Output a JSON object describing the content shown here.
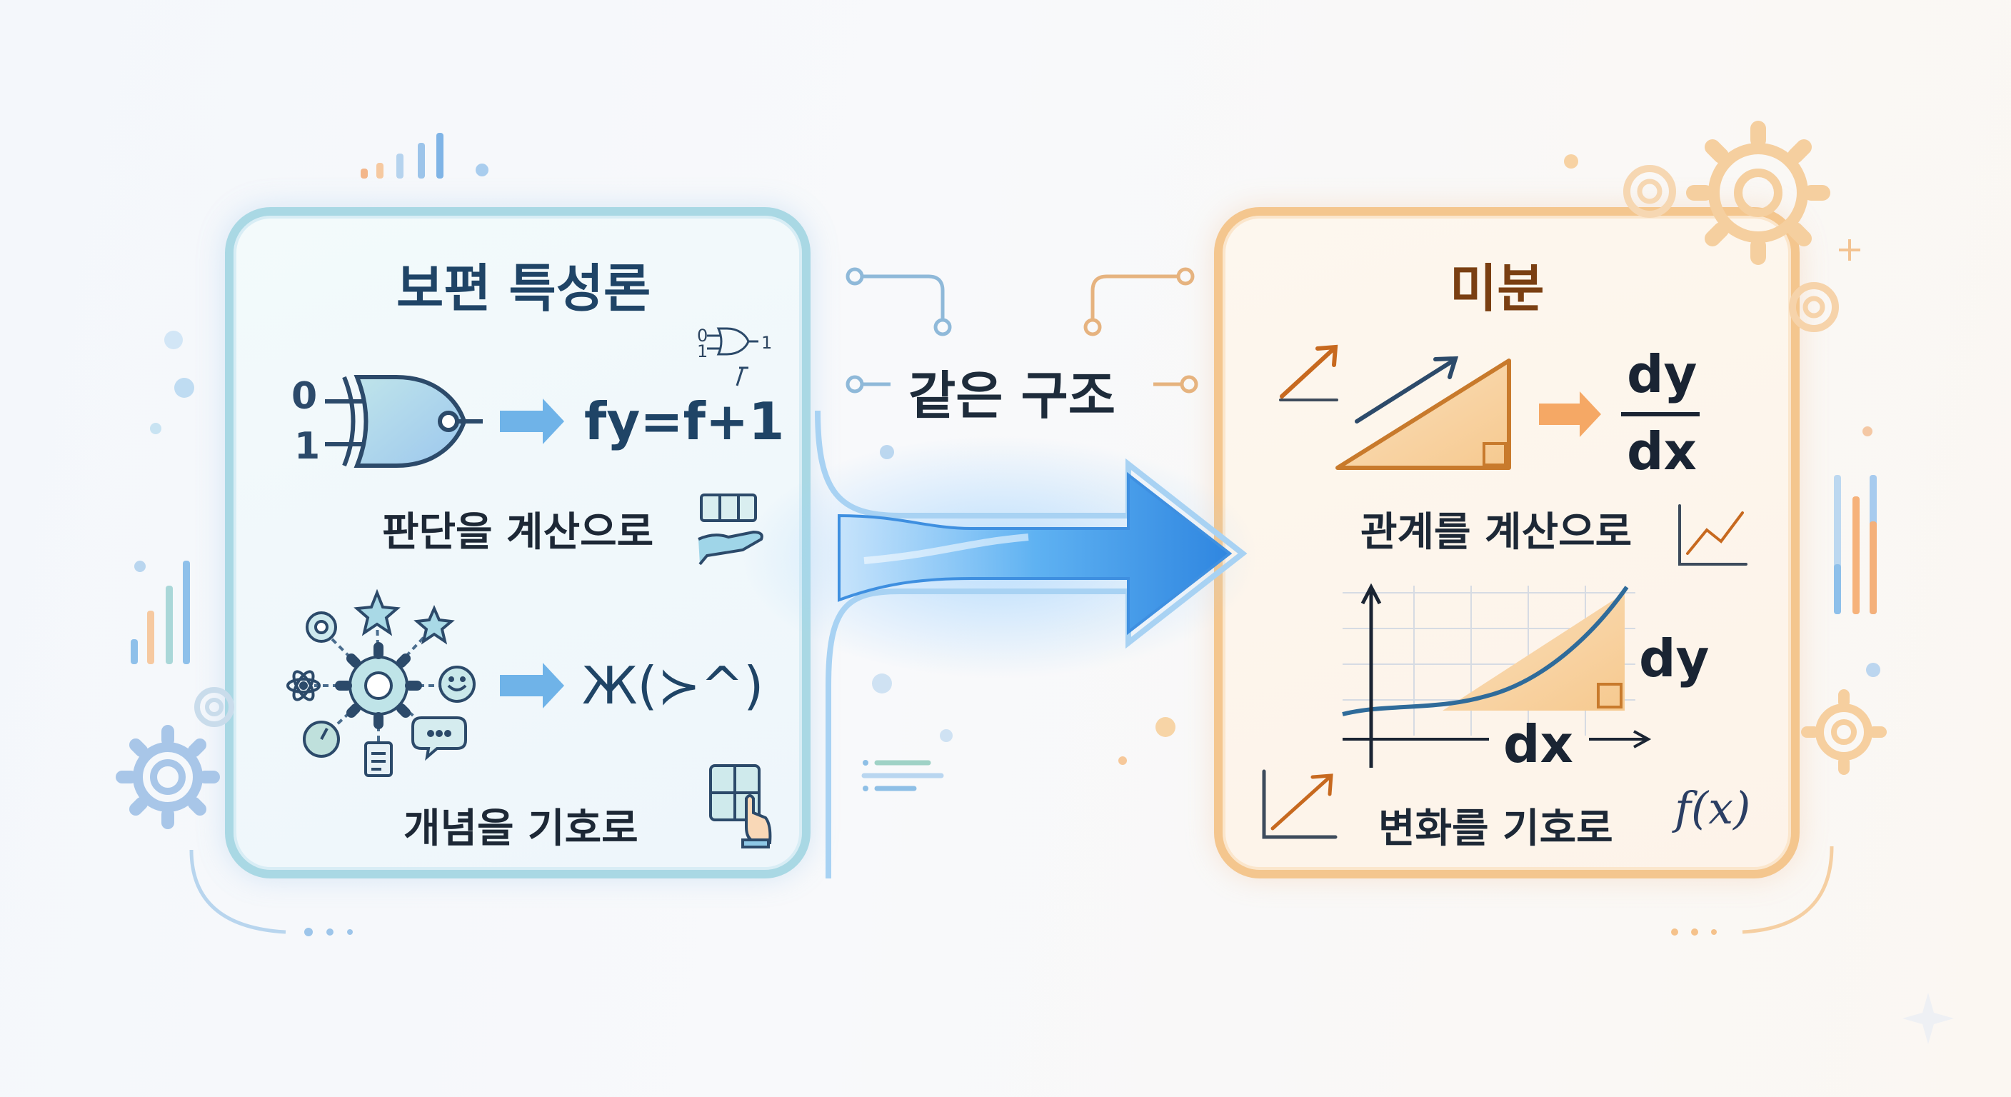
{
  "left_panel": {
    "title": "보편 특성론",
    "gate_inputs": [
      "0",
      "1"
    ],
    "mini_gate_inputs": [
      "0",
      "1"
    ],
    "mini_gate_output": "1",
    "formula": "fy=f+1",
    "caption_1": "판단을 계산으로",
    "symbols": "Ж(≻^)",
    "caption_2": "개념을 기호로"
  },
  "center": {
    "label": "같은 구조"
  },
  "right_panel": {
    "title": "미분",
    "fraction_numerator": "dy",
    "fraction_denominator": "dx",
    "caption_1": "관계를 계산으로",
    "graph_dy": "dy",
    "graph_dx": "dx",
    "caption_2": "변화를 기호로",
    "function_label": "f(x)"
  },
  "colors": {
    "left_accent": "#3f8fd0",
    "right_accent": "#ef9a4a",
    "arrow": "#4aa6ee"
  }
}
